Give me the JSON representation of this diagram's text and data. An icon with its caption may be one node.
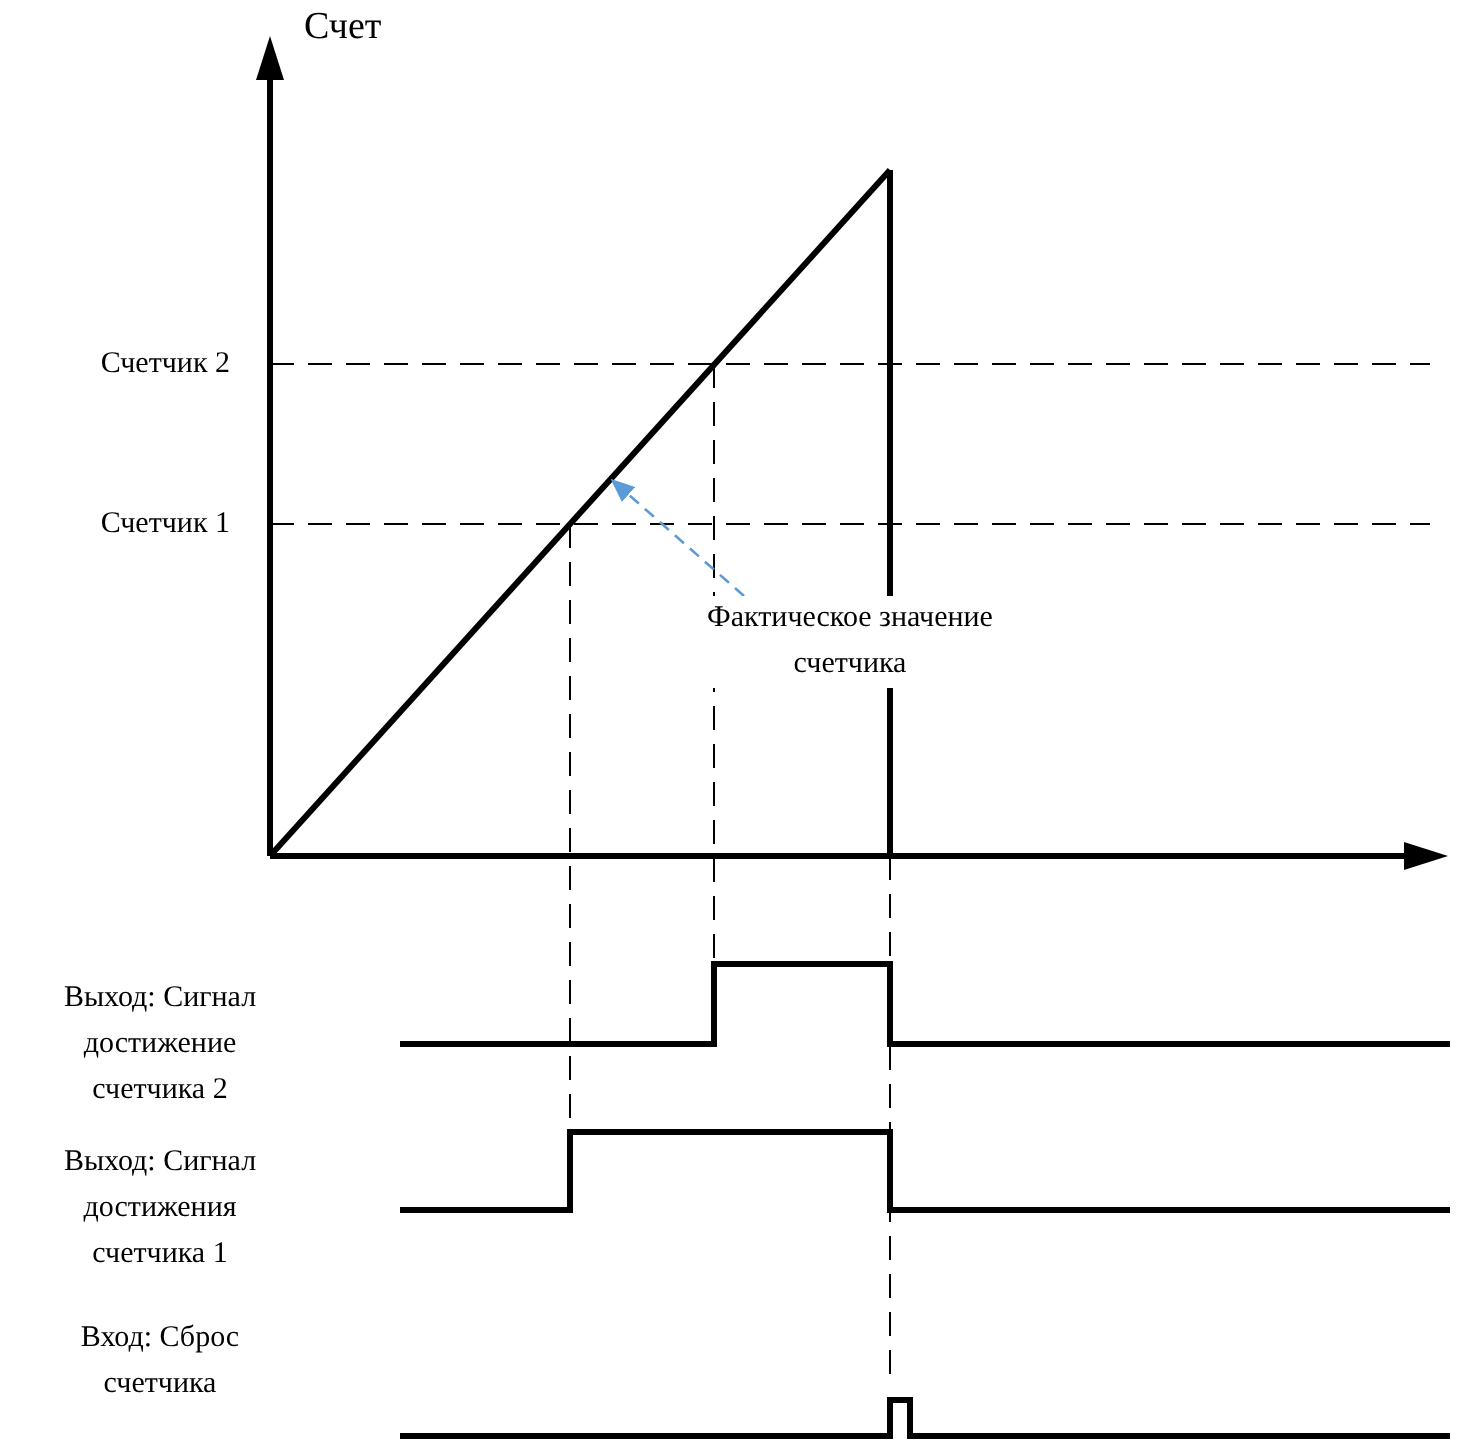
{
  "diagram": {
    "nodes": [
      {
        "text": [
          "Фактическое значение счетчика"
        ]
      },
      {
        "text": [],
        "shape": "line"
      }
    ],
    "edges": [
      {
        "from": 0,
        "to": 1,
        "arrow": "to",
        "style": "dashed",
        "color": "#5b9bd5"
      }
    ],
    "labels": [
      "Счет",
      "Счетчик 2",
      "Счетчик 1",
      "Выход: Сигнал достижение счетчика 2",
      "Выход: Сигнал достижения счетчика 1",
      "Вход: Сброс счетчика"
    ]
  }
}
